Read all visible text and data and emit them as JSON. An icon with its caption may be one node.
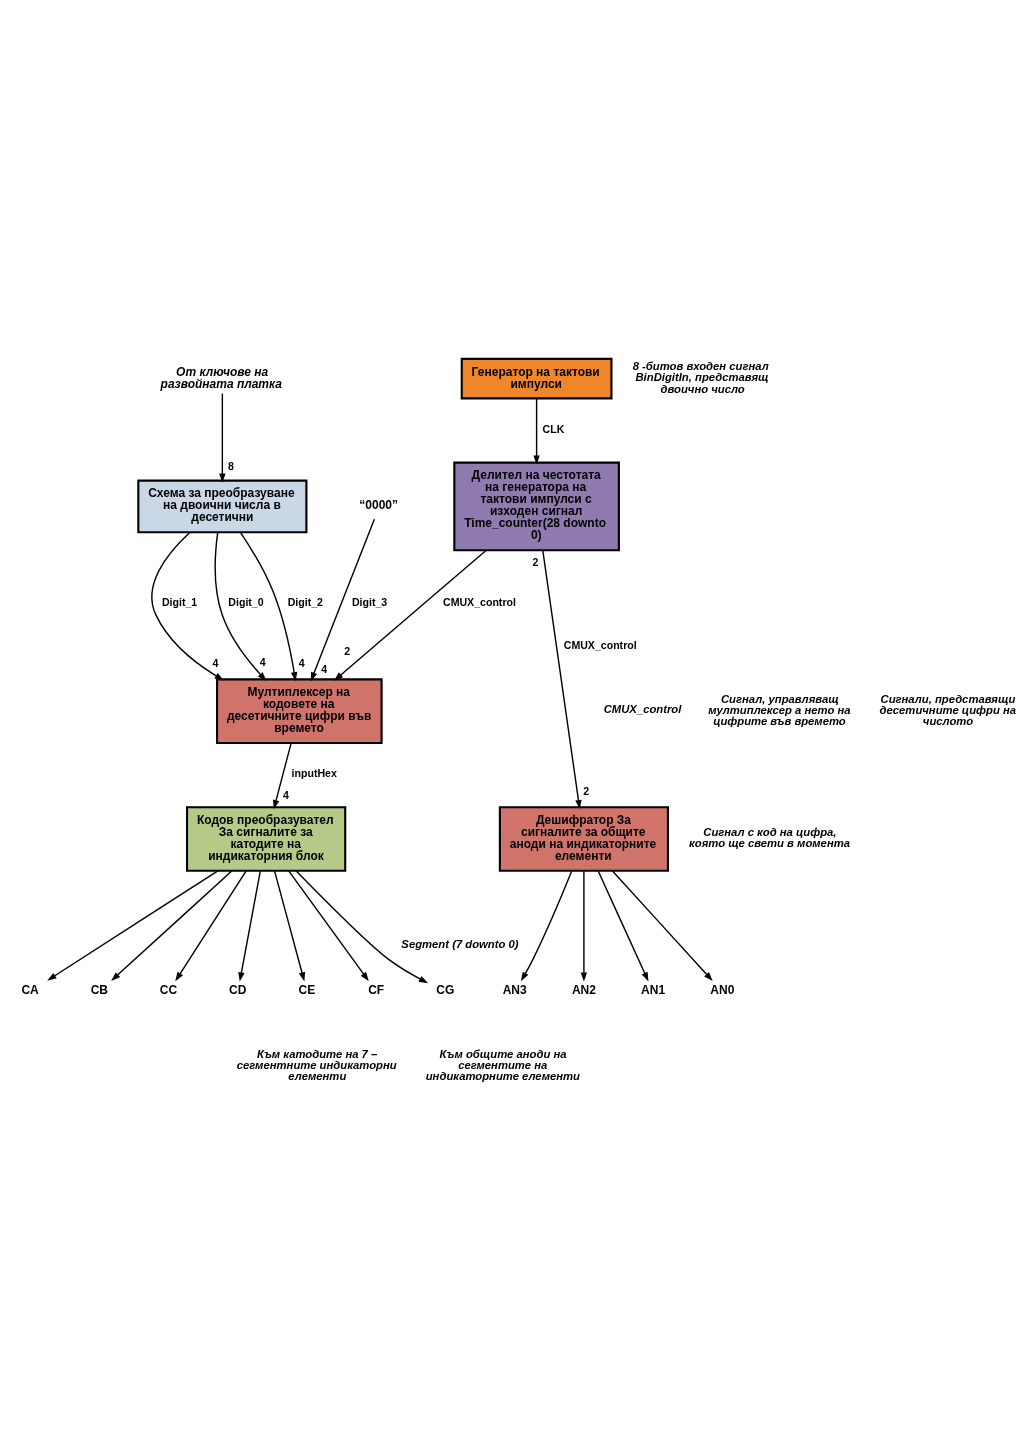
{
  "diagram": {
    "nodes": [
      {
        "text": [
          "От ключове на развойната платка"
        ]
      },
      {
        "text": [
          "Генератор на тактови импулси"
        ]
      },
      {
        "text": [
          "Схема за преобразуване на двоични числа в десетични"
        ]
      },
      {
        "text": [
          "Делител на честотата на генератора на тактови импулси с изходен сигнал Time_counter(28 downto 0)"
        ]
      },
      {
        "text": [
          "“0000”"
        ]
      },
      {
        "text": [
          "Мултиплексер на кодовете на десетичните цифри във времето"
        ]
      },
      {
        "text": [
          "Кодов преобразувател За сигналите за катодите на индикаторния блок"
        ]
      },
      {
        "text": [
          "Дешифратор За сигналите за общите аноди на индикаторните елементи"
        ]
      },
      {
        "text": [
          "CA"
        ]
      },
      {
        "text": [
          "CB"
        ]
      },
      {
        "text": [
          "CC"
        ]
      },
      {
        "text": [
          "CD"
        ]
      },
      {
        "text": [
          "CE"
        ]
      },
      {
        "text": [
          "CF"
        ]
      },
      {
        "text": [
          "CG"
        ]
      },
      {
        "text": [
          "AN3"
        ]
      },
      {
        "text": [
          "AN2"
        ]
      },
      {
        "text": [
          "AN1"
        ]
      },
      {
        "text": [
          "AN0"
        ]
      }
    ],
    "edges": [
      {
        "from": 0,
        "to": 2,
        "arrow": "to"
      },
      {
        "from": 1,
        "to": 3,
        "arrow": "to",
        "label": "CLK"
      },
      {
        "from": 4,
        "to": 5,
        "arrow": "to",
        "label": "Digit_3"
      },
      {
        "from": 2,
        "to": 5,
        "arrow": "to",
        "label": "Digit_2"
      },
      {
        "from": 2,
        "to": 5,
        "arrow": "to",
        "label": "Digit_1"
      },
      {
        "from": 2,
        "to": 5,
        "arrow": "to",
        "label": "Digit_0"
      },
      {
        "from": 3,
        "to": 5,
        "arrow": "to",
        "label": "CMUX_control"
      },
      {
        "from": 3,
        "to": 7,
        "arrow": "to",
        "label": "CMUX_control"
      },
      {
        "from": 5,
        "to": 6,
        "arrow": "to",
        "label": "inputHex"
      },
      {
        "from": 6,
        "to": 8,
        "arrow": "to"
      },
      {
        "from": 6,
        "to": 9,
        "arrow": "to"
      },
      {
        "from": 6,
        "to": 10,
        "arrow": "to"
      },
      {
        "from": 6,
        "to": 11,
        "arrow": "to"
      },
      {
        "from": 6,
        "to": 12,
        "arrow": "to"
      },
      {
        "from": 6,
        "to": 13,
        "arrow": "to"
      },
      {
        "from": 6,
        "to": 14,
        "arrow": "to"
      },
      {
        "from": 7,
        "to": 15,
        "arrow": "to"
      },
      {
        "from": 7,
        "to": 16,
        "arrow": "to"
      },
      {
        "from": 7,
        "to": 17,
        "arrow": "to"
      },
      {
        "from": 7,
        "to": 18,
        "arrow": "to"
      }
    ],
    "labels": [
      "8 -битов входен сигнал  BinDigitIn, представящ двоично число",
      "8",
      "CMUX_control",
      "Сигнал, управляващ мултиплексер а нето на цифрите във времето",
      "2",
      "Сигнали, представящи десетичните цифри на числото",
      "4",
      "4",
      "4",
      "4",
      "2",
      "2",
      "4",
      "Сигнал с код на цифра, която ще свети в момента",
      "Segment (7 downto 0)",
      "Към катодите на 7 – сегментните индикаторни елементи",
      "Към общите аноди на сегментите на индикаторните елементи"
    ]
  }
}
